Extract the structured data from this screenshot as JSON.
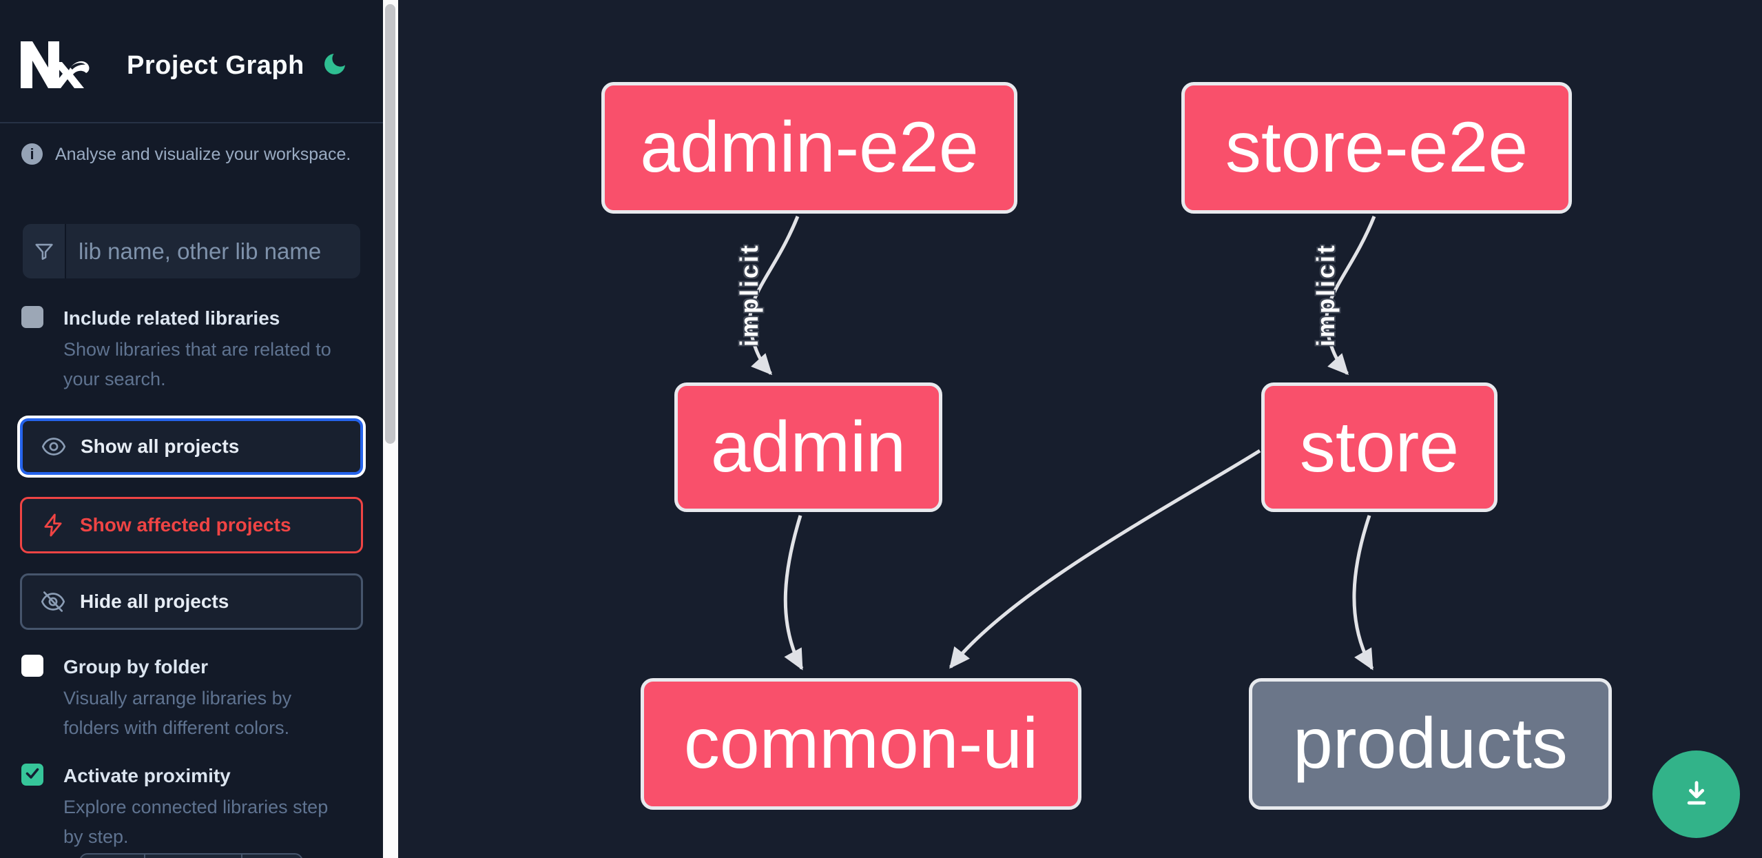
{
  "app": {
    "logo": "Nx",
    "title": "Project Graph"
  },
  "theme": {
    "background_main": "#171e2d",
    "background_sidebar": "#131a28",
    "accent_green": "#32b389",
    "node_pink": "#f9506b",
    "node_gray": "#6b7689",
    "focus_blue": "#2563eb",
    "danger_red": "#ef4444"
  },
  "sidebar": {
    "tagline": "Analyse and visualize your workspace.",
    "search": {
      "placeholder": "lib name, other lib name",
      "value": ""
    },
    "toggles": [
      {
        "label": "Include related libraries",
        "description": "Show libraries that are related to your search.",
        "checked": false
      },
      {
        "label": "Group by folder",
        "description": "Visually arrange libraries by folders with different colors.",
        "checked": false
      },
      {
        "label": "Activate proximity",
        "description": "Explore connected libraries step by step.",
        "checked": true
      }
    ],
    "actions": {
      "show_all": "Show all projects",
      "show_affected": "Show affected projects",
      "hide_all": "Hide all projects"
    }
  },
  "graph": {
    "nodes": [
      {
        "id": "admin-e2e",
        "label": "admin-e2e",
        "type": "app-e2e",
        "color": "pink"
      },
      {
        "id": "store-e2e",
        "label": "store-e2e",
        "type": "app-e2e",
        "color": "pink"
      },
      {
        "id": "admin",
        "label": "admin",
        "type": "app",
        "color": "pink"
      },
      {
        "id": "store",
        "label": "store",
        "type": "app",
        "color": "pink"
      },
      {
        "id": "common-ui",
        "label": "common-ui",
        "type": "lib",
        "color": "pink"
      },
      {
        "id": "products",
        "label": "products",
        "type": "lib",
        "color": "gray"
      }
    ],
    "edges": [
      {
        "source": "admin-e2e",
        "target": "admin",
        "label": "implicit"
      },
      {
        "source": "store-e2e",
        "target": "store",
        "label": "implicit"
      },
      {
        "source": "admin",
        "target": "common-ui",
        "label": ""
      },
      {
        "source": "store",
        "target": "common-ui",
        "label": ""
      },
      {
        "source": "store",
        "target": "products",
        "label": ""
      }
    ]
  },
  "fab": {
    "action": "download-graph-image"
  }
}
